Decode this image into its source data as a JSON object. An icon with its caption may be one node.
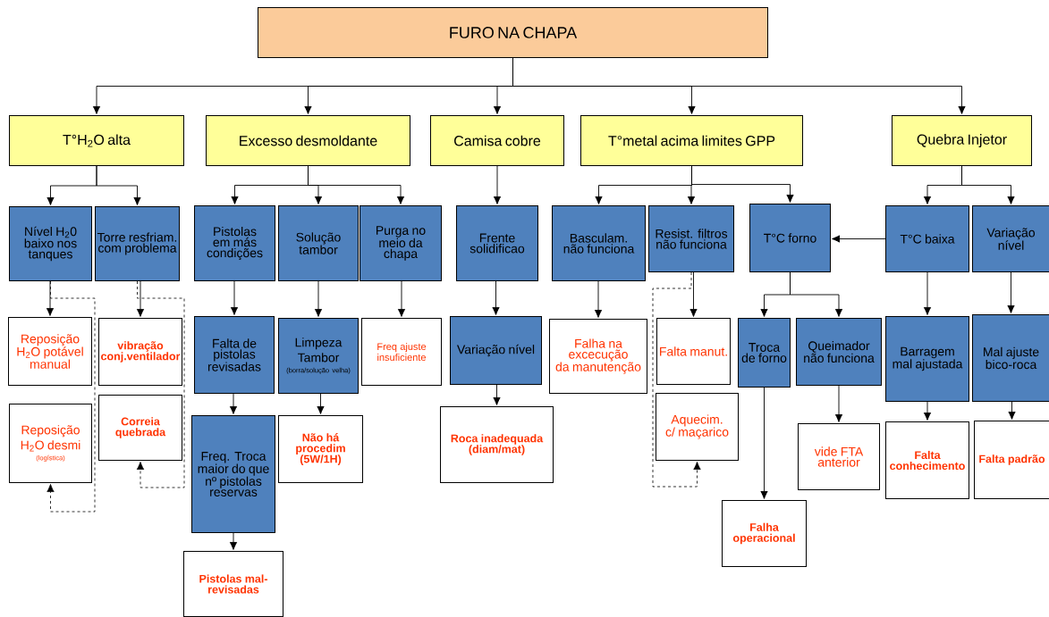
{
  "diagram": {
    "nodes": [
      {
        "text": [
          "FURO NA CHAPA"
        ]
      },
      {
        "text": [
          "T°H$_{2}$O alta"
        ]
      },
      {
        "text": [
          "Excesso desmoldante"
        ]
      },
      {
        "text": [
          "Camisa cobre"
        ]
      },
      {
        "text": [
          "T°metal acima limites GPP"
        ]
      },
      {
        "text": [
          "Quebra Injetor"
        ]
      },
      {
        "text": [
          "Nível H$_{2}$0 baixo nos tanques"
        ]
      },
      {
        "text": [
          "Torre resfriam. com problema"
        ]
      },
      {
        "text": [
          "Pistolas em más condições"
        ]
      },
      {
        "text": [
          "Solução tambor"
        ]
      },
      {
        "text": [
          "Purga no meio da chapa"
        ]
      },
      {
        "text": [
          "Frente solidificao"
        ]
      },
      {
        "text": [
          "Basculam. não funciona"
        ]
      },
      {
        "text": [
          "Resist. filtros não funciona"
        ]
      },
      {
        "text": [
          "T°C forno"
        ]
      },
      {
        "text": [
          "T°C baixa"
        ]
      },
      {
        "text": [
          "Variação nível"
        ]
      },
      {
        "text": [
          "Reposição H$_{2}$O potável manual"
        ]
      },
      {
        "text": [
          "vibração conj.ventilador"
        ]
      },
      {
        "text": [
          "Falta de pistolas revisadas"
        ]
      },
      {
        "text": [
          "Limpeza Tambor",
          "(borra/solução velha)"
        ]
      },
      {
        "text": [
          "Freq ajuste insuficiente"
        ]
      },
      {
        "text": [
          "Variação nível"
        ]
      },
      {
        "text": [
          "Falha na excecução da manutenção"
        ]
      },
      {
        "text": [
          "Falta manut."
        ]
      },
      {
        "text": [
          "Troca de forno"
        ]
      },
      {
        "text": [
          "Queimador não funciona"
        ]
      },
      {
        "text": [
          "Barragem mal ajustada"
        ]
      },
      {
        "text": [
          "Mal ajuste bico-roca"
        ]
      },
      {
        "text": [
          "Reposição H$_{2}$O desmi",
          "(logística)"
        ]
      },
      {
        "text": [
          "Correia quebrada"
        ]
      },
      {
        "text": [
          "Freq. Troca maior do que nº pistolas reservas"
        ]
      },
      {
        "text": [
          "Não há procedim (5W/1H)"
        ]
      },
      {
        "text": [
          "Roca inadequada (diam/mat)"
        ]
      },
      {
        "text": [
          "Aquecim. c/ maçarico"
        ]
      },
      {
        "text": [
          "vide FTA anterior"
        ]
      },
      {
        "text": [
          "Falta conhecimento"
        ]
      },
      {
        "text": [
          "Falta padrão"
        ]
      },
      {
        "text": [
          "Falha operacional"
        ]
      },
      {
        "text": [
          "Pistolas mal-revisadas"
        ]
      }
    ],
    "edges": [
      {
        "from": 0,
        "to": 1,
        "arrow": "to"
      },
      {
        "from": 0,
        "to": 2,
        "arrow": "to"
      },
      {
        "from": 0,
        "to": 3,
        "arrow": "to"
      },
      {
        "from": 0,
        "to": 4,
        "arrow": "to"
      },
      {
        "from": 0,
        "to": 5,
        "arrow": "to"
      },
      {
        "from": 1,
        "to": 6,
        "arrow": "to"
      },
      {
        "from": 1,
        "to": 7,
        "arrow": "to"
      },
      {
        "from": 2,
        "to": 8,
        "arrow": "to"
      },
      {
        "from": 2,
        "to": 9,
        "arrow": "to"
      },
      {
        "from": 2,
        "to": 10,
        "arrow": "to"
      },
      {
        "from": 3,
        "to": 11,
        "arrow": "to"
      },
      {
        "from": 4,
        "to": 12,
        "arrow": "to"
      },
      {
        "from": 4,
        "to": 13,
        "arrow": "to"
      },
      {
        "from": 4,
        "to": 14,
        "arrow": "to"
      },
      {
        "from": 5,
        "to": 15,
        "arrow": "to"
      },
      {
        "from": 5,
        "to": 16,
        "arrow": "to"
      },
      {
        "from": 6,
        "to": 17,
        "arrow": "to"
      },
      {
        "from": 6,
        "to": 29,
        "arrow": "to",
        "style": "dashed"
      },
      {
        "from": 7,
        "to": 18,
        "arrow": "to"
      },
      {
        "from": 7,
        "to": 30,
        "arrow": "to",
        "style": "dashed"
      },
      {
        "from": 8,
        "to": 19,
        "arrow": "to"
      },
      {
        "from": 19,
        "to": 31,
        "arrow": "to"
      },
      {
        "from": 31,
        "to": 39,
        "arrow": "to"
      },
      {
        "from": 9,
        "to": 20,
        "arrow": "to"
      },
      {
        "from": 20,
        "to": 32,
        "arrow": "to"
      },
      {
        "from": 10,
        "to": 21,
        "arrow": "to"
      },
      {
        "from": 11,
        "to": 22,
        "arrow": "to"
      },
      {
        "from": 22,
        "to": 33,
        "arrow": "to"
      },
      {
        "from": 12,
        "to": 23,
        "arrow": "to"
      },
      {
        "from": 13,
        "to": 24,
        "arrow": "to"
      },
      {
        "from": 13,
        "to": 34,
        "arrow": "to",
        "style": "dashed"
      },
      {
        "from": 15,
        "to": 14,
        "arrow": "to"
      },
      {
        "from": 14,
        "to": 25,
        "arrow": "to"
      },
      {
        "from": 14,
        "to": 26,
        "arrow": "to"
      },
      {
        "from": 25,
        "to": 38,
        "arrow": "to"
      },
      {
        "from": 26,
        "to": 35,
        "arrow": "to"
      },
      {
        "from": 15,
        "to": 27,
        "arrow": "to"
      },
      {
        "from": 27,
        "to": 36,
        "arrow": "to"
      },
      {
        "from": 16,
        "to": 28,
        "arrow": "to"
      },
      {
        "from": 28,
        "to": 37,
        "arrow": "to"
      }
    ]
  }
}
